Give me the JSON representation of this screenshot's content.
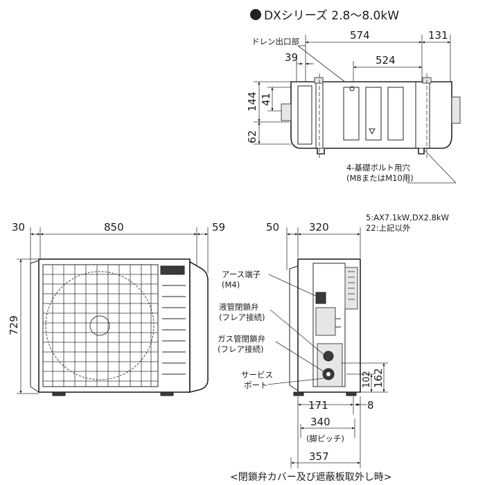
{
  "title": "DXシリーズ 2.8〜8.0kW",
  "top_view": {
    "labels": {
      "drain": "ドレン出口部",
      "bolt_line1": "4-基礎ボルト用穴",
      "bolt_line2": "(M8またはM10用)"
    },
    "dims": {
      "d574": "574",
      "d131": "131",
      "d524": "524",
      "d39": "39",
      "d144": "144",
      "d41": "41",
      "d62": "62"
    }
  },
  "front_view": {
    "dims": {
      "d30": "30",
      "d850": "850",
      "d59": "59",
      "d729": "729"
    }
  },
  "side_view": {
    "dims": {
      "d50": "50",
      "d320": "320",
      "d102": "102",
      "d162": "162",
      "d171": "171",
      "d8": "8",
      "d340": "340",
      "d357": "357"
    },
    "note_line1": "5:AX7.1kW,DX2.8kW",
    "note_line2": "22:上記以外",
    "labels": {
      "earth1": "アース端子",
      "earth2": "(M4)",
      "liquid1": "液管閉鎖弁",
      "liquid2": "(フレア接続)",
      "gas1": "ガス管閉鎖弁",
      "gas2": "(フレア接続)",
      "service1": "サービス",
      "service2": "ポート",
      "pitch": "(脚ピッチ)"
    }
  },
  "footer": "<閉鎖弁カバー及び遮蔽板取外し時>"
}
